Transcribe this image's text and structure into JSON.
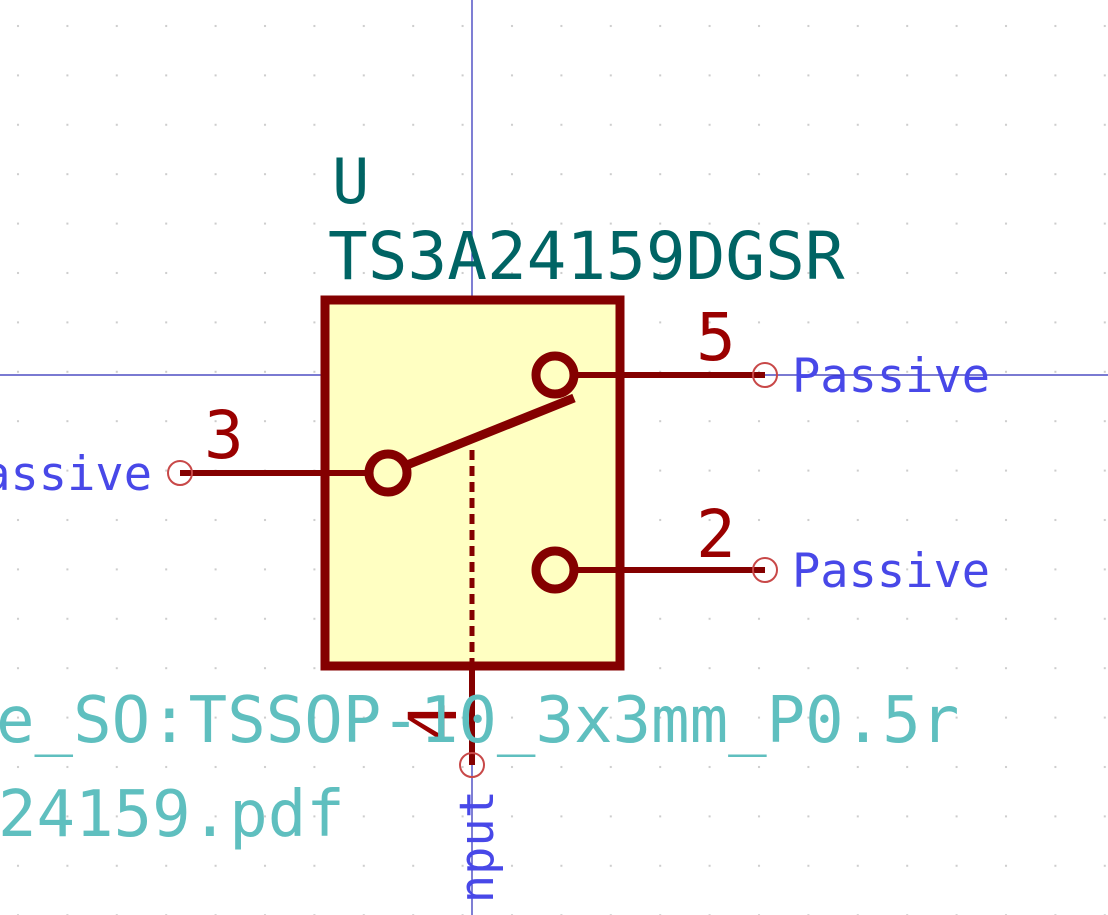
{
  "symbol": {
    "reference": "U",
    "value": "TS3A24159DGSR",
    "footprint_fragment": "e_SO:TSSOP-10_3x3mm_P0.5r",
    "datasheet_fragment": "24159.pdf"
  },
  "pins": [
    {
      "number": "3",
      "type": "assive"
    },
    {
      "number": "5",
      "type": "Passive"
    },
    {
      "number": "2",
      "type": "Passive"
    },
    {
      "number": "4",
      "type": "nput"
    }
  ],
  "colors": {
    "body_fill": "#ffffc2",
    "body_stroke": "#840000",
    "pin_number": "#9a0000",
    "pin_type": "#4848e8",
    "reference_value": "#006464",
    "fields": "#5fbfbf",
    "crosshair": "#0000b0",
    "grid_dot": "#c8c8c8"
  }
}
